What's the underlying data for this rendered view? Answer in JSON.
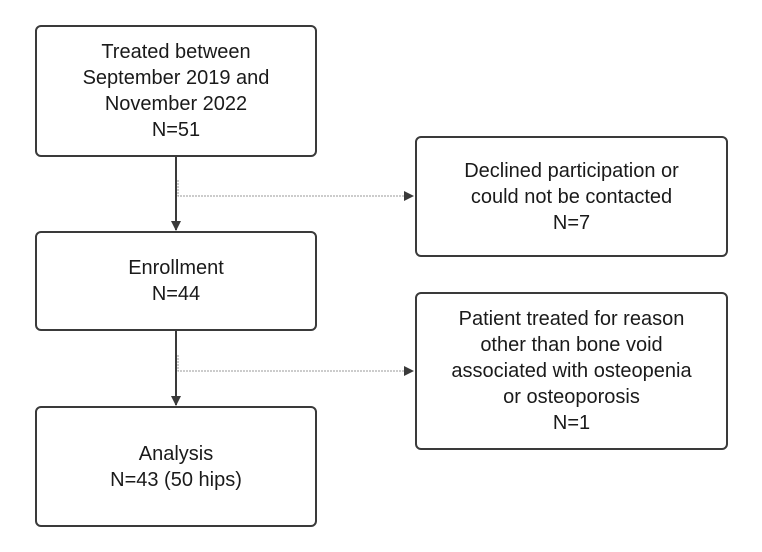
{
  "boxes": {
    "treated": {
      "lines": [
        "Treated between",
        "September 2019 and",
        "November 2022",
        "N=51"
      ]
    },
    "declined": {
      "lines": [
        "Declined participation or",
        "could not be contacted",
        "N=7"
      ]
    },
    "enrollment": {
      "lines": [
        "Enrollment",
        "N=44"
      ]
    },
    "excluded": {
      "lines": [
        "Patient treated for reason",
        "other than bone void",
        "associated with osteopenia",
        "or osteoporosis",
        "N=1"
      ]
    },
    "analysis": {
      "lines": [
        "Analysis",
        "N=43 (50 hips)"
      ]
    }
  },
  "colors": {
    "border": "#3a3a3a",
    "main_arrow": "#3a3a3a",
    "side_connector": "#9a9a9a"
  }
}
